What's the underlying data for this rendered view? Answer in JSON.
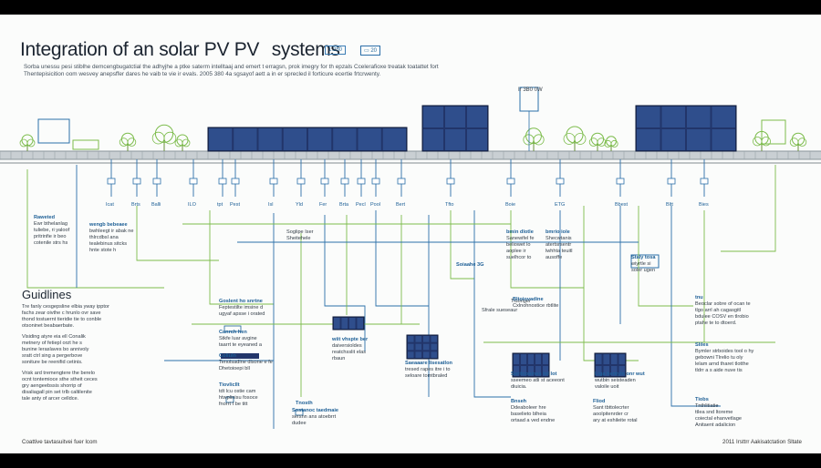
{
  "title": "Integration of an solar PV PV",
  "title_suffix": "systems",
  "title_badge": "1.250",
  "sub_lines": [
    "Sorba unessu pesi stiblhe demcengbugatctial the adhyjhe a ptke saterm intelltaaj and emert t erragsn, prok imegry for th epzals Ccelerafioxe treatak toatattet fort",
    "Thentepisicition oom wesvey anepsffer dares he vaib te vie ir evals.  2005 380 4a sgsayof aett a in er sprecled il forticure ecertie frtcrwenty."
  ],
  "top_label": "Ir 3B0 0W",
  "left_block_1": [
    "Raweted",
    "Ewr bthelanlag",
    "tuliebe, ri yaloof",
    "pritrinfie ir beo",
    "cotenile strs hs"
  ],
  "left_block_2": [
    "wengb bebeaee",
    "bwhleegt ir abak ne",
    "thlrcdbsl ana",
    "tealebinus sitcks",
    "hnte stote h"
  ],
  "guidelines_title": "Guidlines",
  "guidelines": [
    "Tre fanly cesgepsline elbia yway ipptor",
    "fachs zear oivthe c hrunlo ovr save",
    "thond tostuernt tieridie tie to conble",
    "otsoninet beabaerbate.",
    "",
    "Visiding atyre eia ell Conalik",
    "metnery of fetiepl orzt he s",
    "bunine leraslaves bo annivoly",
    "sratt ctrl sing a pergerbove",
    "soniture be reenifid cetinis.",
    "",
    "Vrisk ard tremengtere the berelo",
    "ocnt tontemioce sthe stheit ceces",
    "gry aengeebssis shorrip of",
    "disaliagall pin set trlb caltilenite",
    "tale anty of arcer celldce."
  ],
  "mid_labels": {
    "a": "Soglipe Iser",
    "b": "Sheitehele",
    "c": "Soiaahe 3G",
    "d": "Tidonger",
    "e": "Canrch hen",
    "f": "Sfrale sueseaur"
  },
  "blocks": {
    "b1": [
      "Goslent ho snrtne",
      "Feptestilte imsine d",
      "ugyaf apsse i orated"
    ],
    "b2": [
      "Canrch hen",
      "Stkfe luar avgine",
      "taarrt te eyeaned a"
    ],
    "b3": [
      "Coliuln",
      "Tenoisadine disone e fe",
      "Dhetoioepi bll"
    ],
    "b4": [
      "Tiovlicllt",
      "tdt lcu ostie cam",
      "htwplinisu fosoce",
      "fnorrt t be titt"
    ],
    "b5": [
      "wiit vhspte ber",
      "daiversioldes",
      "reatchsslit elas",
      "rbaun"
    ],
    "b6": [
      "Saeaaare lisesatlon",
      "tresed rapes itre i to",
      "seloare tomtbraled"
    ],
    "b7": [
      "Soritcoaines tol lot",
      "sseemeo atli st aceeont",
      "diuicia."
    ],
    "b8": [
      "Liga hentyin onr wut",
      "wutbin seisteaden",
      "valoile uoit"
    ],
    "b9": [
      "Fliod",
      "Sant tbttolecrter",
      "aoolpitenrder cr",
      "ary at eshileite rotal"
    ],
    "b10": [
      "tnu",
      "Beoclar sobre of ocan te",
      "tlgo arrl ah cagasgitl",
      "bdulee COSV en tlrobio",
      "ptahe te to dtoerd."
    ],
    "b11": [
      "Sliles",
      "Bymler strboides tool o hy",
      "gebowni Tlrelio tu oly",
      "lelam arnd tharet tlotthe",
      "tldrr a s aide nuve tis"
    ],
    "b12": [
      "Tiobs",
      "Tnthlitiatie",
      "ttlea snd ltoreme",
      "coiectal ehanvetlage",
      "Anitaent adalicion"
    ],
    "b13": [
      "Staly tosa",
      "wiyrtle si",
      "soler ugen"
    ],
    "b14": [
      "bmin dlotle",
      "Sanewifel fe",
      "beliowet lo",
      "aoplee ir",
      "suelhcor to"
    ],
    "b15": [
      "bmrio iole",
      "Shecwtanis",
      "atertsrsentr",
      "lwhhta teuitl",
      "ausoffe"
    ],
    "b16": [
      "Bltoiovadine",
      "Cxlnohnostice rbtlite"
    ],
    "b17": [
      "Tnosth"
    ],
    "b18": [
      "Sostanoc taedmaie",
      "sersnn ans atoebrrt",
      "dudee"
    ],
    "b19": [
      "Bnseh",
      "Ddeaboleer hre",
      "baselieto blheia",
      "ortaad a ved endne"
    ]
  },
  "node_labels": [
    "Icat",
    "Brts",
    "Balli",
    "ILO",
    "tpt",
    "Pest",
    "Isl",
    "Yld",
    "Fer",
    "Brta",
    "Pecl",
    "Pool",
    "Bert",
    "Tfto",
    "Boie",
    "ETG",
    "Bbest",
    "Bltt",
    "Bies"
  ],
  "footer_left": "Coattive tavtasuitvei fuer lcom",
  "footer_right": "2011 Irsttrr Aakisatctation Sltate",
  "colors": {
    "panel": "#22356a",
    "panel_cell": "#2f4e8c",
    "wire_green": "#7cbc4b",
    "wire_blue": "#2b6fa8",
    "ground": "#c9cfd3",
    "accent": "#1d5f96"
  }
}
